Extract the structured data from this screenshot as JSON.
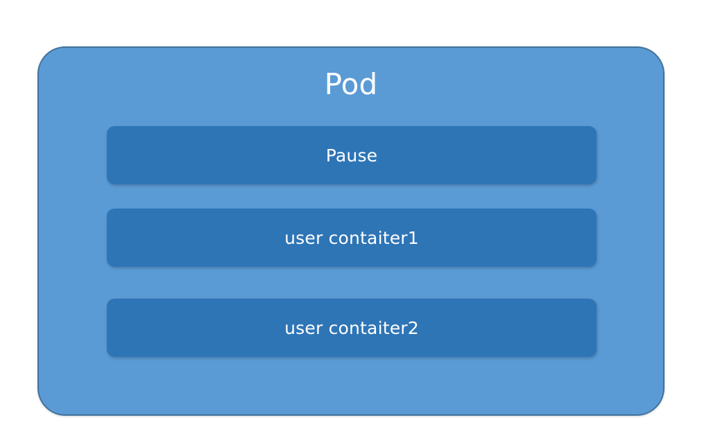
{
  "diagram": {
    "type": "nested-box-diagram",
    "title": "Pod",
    "outer": {
      "label": "Pod",
      "fill_color": "#5B9BD5",
      "border_color": "#41719C",
      "text_color": "#FFFFFF"
    },
    "containers": [
      {
        "label": "Pause",
        "fill_color": "#2E75B6",
        "text_color": "#FFFFFF"
      },
      {
        "label": "user contaiter1",
        "fill_color": "#2E75B6",
        "text_color": "#FFFFFF"
      },
      {
        "label": "user contaiter2",
        "fill_color": "#2E75B6",
        "text_color": "#FFFFFF"
      }
    ],
    "background_color": "#FFFFFF"
  }
}
